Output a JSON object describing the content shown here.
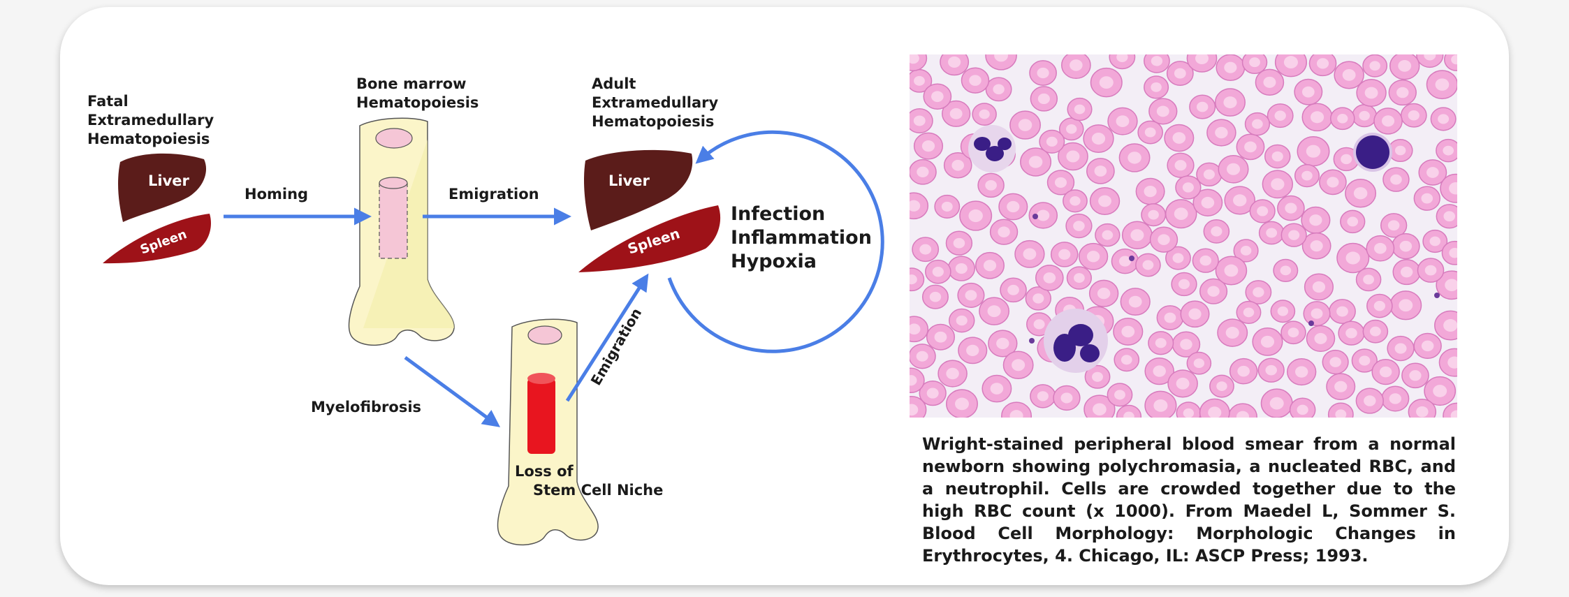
{
  "diagram": {
    "fetal_label": [
      "Fatal",
      "Extramedullary",
      "Hematopoiesis"
    ],
    "bone_marrow_label": [
      "Bone marrow",
      "Hematopoiesis"
    ],
    "adult_label": [
      "Adult",
      "Extramedullary",
      "Hematopoiesis"
    ],
    "liver_label": "Liver",
    "spleen_label": "Spleen",
    "homing_label": "Homing",
    "emigration_label": "Emigration",
    "emigration_diag_label": "Emigration",
    "myelofibrosis_label": "Myelofibrosis",
    "loss_label": [
      "Loss of",
      "Stem Cell Niche"
    ],
    "triggers": [
      "Infection",
      "Inflammation",
      "Hypoxia"
    ],
    "colors": {
      "arrow": "#4a7ee6",
      "liver": "#5b1c1a",
      "spleen": "#9e1218",
      "bone": "#fbf5c9",
      "marrow_pink": "#f5c6d6",
      "fibrotic_red": "#e8151f"
    }
  },
  "smear": {
    "stain_bg": "#f3eef6",
    "rbc_color": "#f2a8d8",
    "nucleus_color": "#3a1e86"
  },
  "caption": "Wright-stained peripheral blood smear from a normal newborn showing polychromasia, a nucleated RBC, and a neutrophil. Cells are crowded together due to the high RBC count (x 1000). From Maedel L, Sommer S. Blood Cell Morphology: Morphologic Changes in Erythrocytes, 4. Chicago, IL: ASCP Press; 1993."
}
